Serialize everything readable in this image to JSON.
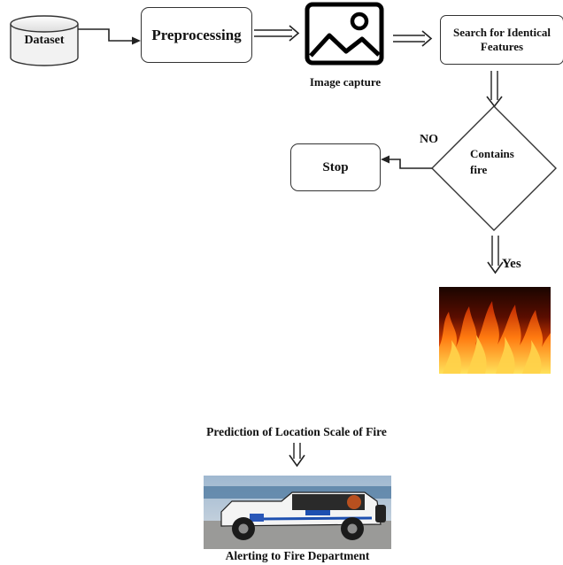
{
  "diagram": {
    "nodes": {
      "dataset": "Dataset",
      "preprocessing": "Preprocessing",
      "image_capture": "Image capture",
      "search": "Search for Identical Features",
      "decision": "Contains fire",
      "stop": "Stop",
      "prediction": "Prediction of Location Scale of Fire",
      "alerting": "Alerting to Fire Department"
    },
    "edges": {
      "no_label": "NO",
      "yes_label": "Yes"
    },
    "images": {
      "capture_icon": "image-icon",
      "fire_photo": "fire-flames",
      "vehicle_photo": "police-vehicle"
    }
  }
}
